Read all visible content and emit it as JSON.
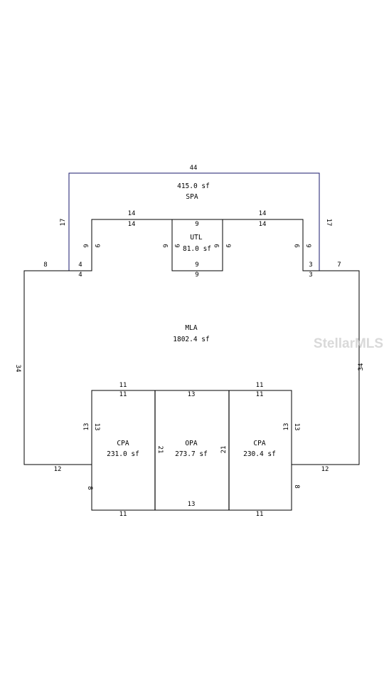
{
  "areas": {
    "spa": {
      "code": "SPA",
      "area": "415.0 sf"
    },
    "utl": {
      "code": "UTL",
      "area": "81.0 sf"
    },
    "mla": {
      "code": "MLA",
      "area": "1802.4 sf"
    },
    "cpa_left": {
      "code": "CPA",
      "area": "231.0 sf"
    },
    "opa": {
      "code": "OPA",
      "area": "273.7 sf"
    },
    "cpa_right": {
      "code": "CPA",
      "area": "230.4 sf"
    }
  },
  "dimensions": {
    "spa_top": "44",
    "spa_left": "17",
    "spa_right": "17",
    "spa_inner_top_left": "14",
    "spa_inner_top_right": "14",
    "mla_top_left_14": "14",
    "mla_top_right_14": "14",
    "utl_top": "9",
    "utl_bottom_inner": "9",
    "utl_bottom": "9",
    "utl_left_outer": "9",
    "utl_left_inner": "9",
    "utl_right_inner": "9",
    "utl_right_outer": "9",
    "step_left_outer": "9",
    "step_left_inner": "9",
    "step_right_outer": "9",
    "step_right_inner": "9",
    "left_top_8": "8",
    "left_step_4a": "4",
    "left_step_4b": "4",
    "right_step_3a": "3",
    "right_step_3b": "3",
    "right_top_7": "7",
    "mla_left": "34",
    "mla_right": "34",
    "cpa_left_top_outer": "11",
    "cpa_left_top_inner": "11",
    "opa_top": "13",
    "cpa_right_top_outer": "11",
    "cpa_right_top_inner": "11",
    "cpa_left_side_outer": "13",
    "cpa_left_side_inner": "13",
    "opa_left": "21",
    "opa_right": "21",
    "cpa_right_side_inner": "13",
    "cpa_right_side_outer": "13",
    "bottom_left_12": "12",
    "bottom_right_12": "12",
    "cpa_left_side_8": "8",
    "cpa_right_side_8": "8",
    "opa_bottom_inner": "13",
    "cpa_left_bottom": "11",
    "cpa_right_bottom": "11"
  },
  "watermark": "StellarMLS",
  "colors": {
    "spa_outline": "#1a1a6e",
    "building_outline": "#000000",
    "watermark": "#c9c9c9"
  }
}
